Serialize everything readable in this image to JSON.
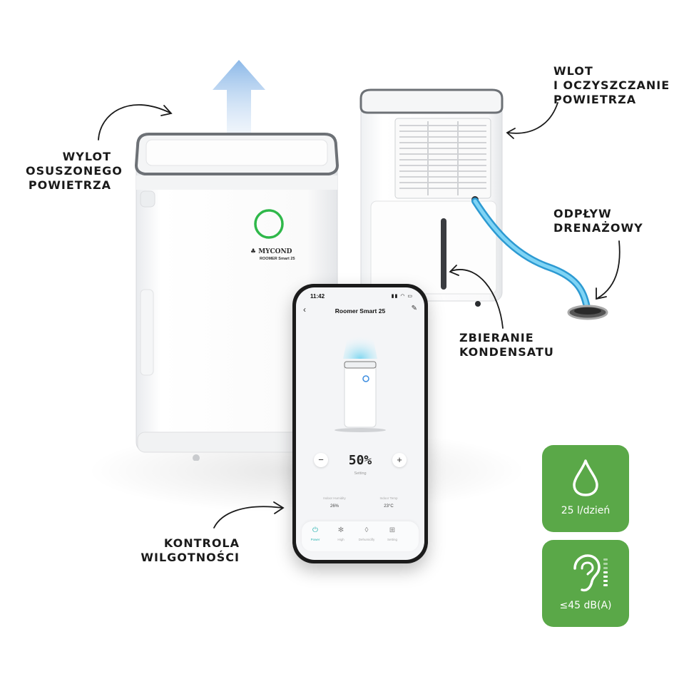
{
  "labels": {
    "outlet": [
      "WYLOT",
      "OSUSZONEGO",
      "POWIETRZA"
    ],
    "inlet": [
      "WLOT",
      "I OCZYSZCZANIE",
      "POWIETRZA"
    ],
    "drain": [
      "ODPŁYW",
      "DRENAŻOWY"
    ],
    "condensate": [
      "ZBIERANIE",
      "KONDENSATU"
    ],
    "humidity_control": [
      "KONTROLA",
      "WILGOTNOŚCI"
    ]
  },
  "brand": {
    "logo_text": "MYCOND",
    "model": "ROOMER Smart 25"
  },
  "phone": {
    "time": "11:42",
    "status": "▮▮ ◠ ▭",
    "title": "Roomer Smart 25",
    "back": "‹",
    "edit": "✎",
    "humidity": "50%",
    "humidity_sub": "Setting",
    "minus": "−",
    "plus": "+",
    "indoor_humidity_label": "Indoor Humidity",
    "indoor_humidity_value": "26%",
    "indoor_temp_label": "Indoor Temp",
    "indoor_temp_value": "23°C",
    "tabs": [
      {
        "icon": "power-icon",
        "glyph": "⏻",
        "label": "Power"
      },
      {
        "icon": "fan-icon",
        "glyph": "✻",
        "label": "High"
      },
      {
        "icon": "droplet-icon",
        "glyph": "◊",
        "label": "Dehumidify"
      },
      {
        "icon": "grid-icon",
        "glyph": "⊞",
        "label": "Setting"
      }
    ]
  },
  "badges": {
    "capacity": {
      "icon": "water-drop-icon",
      "text": "25 l/dzień"
    },
    "noise": {
      "icon": "ear-icon",
      "text": "≤45 dB(A)"
    }
  },
  "colors": {
    "badge_green": "#5aa848",
    "ring_green": "#2fb84a",
    "accent_teal": "#2ab3b0",
    "hose_blue": "#4fb8e6"
  }
}
